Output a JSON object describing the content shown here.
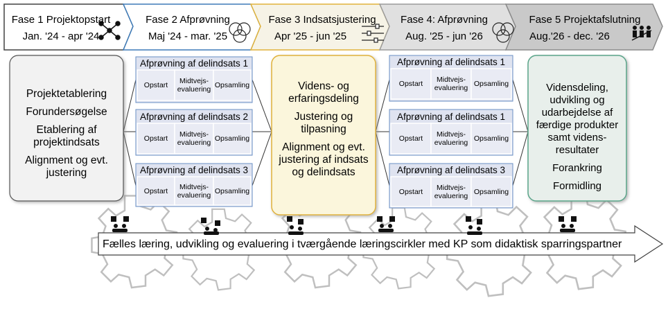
{
  "phases": [
    {
      "title": "Fase 1 Projektopstart",
      "dates": "Jan. '24 - apr '24",
      "icon": "people-network-icon"
    },
    {
      "title": "Fase 2 Afprøvning",
      "dates": "Maj '24 - mar. '25",
      "icon": "overlapping-circles-icon"
    },
    {
      "title": "Fase 3 Indsatsjustering",
      "dates": "Apr '25 - jun '25",
      "icon": "sliders-icon"
    },
    {
      "title": "Fase 4: Afprøvning",
      "dates": "Aug. '25 - jun '26",
      "icon": "overlapping-circles-icon"
    },
    {
      "title": "Fase 5 Projektafslutning",
      "dates": "Aug.'26 - dec. '26",
      "icon": "team-growth-icon"
    }
  ],
  "col1": {
    "items": [
      "Projektetablering",
      "Forundersøgelse",
      "Etablering af projektindsats",
      "Alignment og evt. justering"
    ]
  },
  "col3": {
    "items": [
      "Videns- og erfaringsdeling",
      "Justering og tilpasning",
      "Alignment og evt. justering af indsats og delindsats"
    ]
  },
  "col5": {
    "items": [
      "Vidensdeling, udvikling og udarbejdelse af færdige produkter samt videns-resultater",
      "Forankring",
      "Formidling"
    ]
  },
  "col2": {
    "boxes": [
      {
        "title": "Afprøvning af delindsats 1",
        "cells": [
          "Opstart",
          "Midtvejs-evaluering",
          "Opsamling"
        ]
      },
      {
        "title": "Afprøvning af delindsats 2",
        "cells": [
          "Opstart",
          "Midtvejs-evaluering",
          "Opsamling"
        ]
      },
      {
        "title": "Afprøvning af delindsats 3",
        "cells": [
          "Opstart",
          "Midtvejs-evaluering",
          "Opsamling"
        ]
      }
    ]
  },
  "col4": {
    "boxes": [
      {
        "title": "Afprøvning af delindsats 1",
        "cells": [
          "Opstart",
          "Midtvejs-evaluering",
          "Opsamling"
        ]
      },
      {
        "title": "Afprøvning af delindsats 1",
        "cells": [
          "Opstart",
          "Midtvejs-evaluering",
          "Opsamling"
        ]
      },
      {
        "title": "Afprøvning af delindsats 3",
        "cells": [
          "Opstart",
          "Midtvejs-evaluering",
          "Opsamling"
        ]
      }
    ]
  },
  "banner": {
    "text": "Fælles læring, udvikling og evaluering i tværgående læringscirkler med KP som didaktisk sparringspartner"
  },
  "colors": {
    "phase1": "#ffffff",
    "phase2": "#ffffff",
    "phase3": "#f4f1e0",
    "phase4": "#dcdcdc",
    "phase5": "#c8c8c8",
    "col1": "#f2f2f2",
    "col3": "#fbf6dc",
    "col5": "#e8efeb",
    "subbox": "#e6e8f3",
    "gear": "#bfbfbf"
  }
}
